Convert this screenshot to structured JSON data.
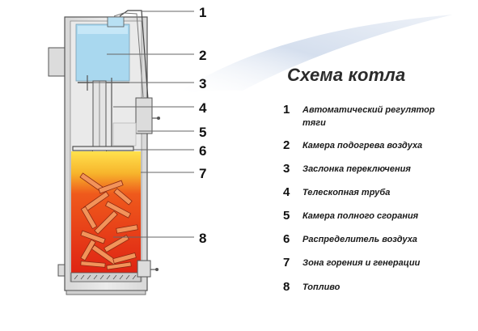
{
  "title": "Схема котла",
  "legend": [
    {
      "num": "1",
      "text": "Автоматический регулятор тяги"
    },
    {
      "num": "2",
      "text": "Камера подогрева воздуха"
    },
    {
      "num": "3",
      "text": "Заслонка переключения"
    },
    {
      "num": "4",
      "text": "Телескопная труба"
    },
    {
      "num": "5",
      "text": "Камера полного сгорания"
    },
    {
      "num": "6",
      "text": "Распределитель воздуха"
    },
    {
      "num": "7",
      "text": "Зона горения и генерации"
    },
    {
      "num": "8",
      "text": "Топливо"
    }
  ],
  "callouts": [
    "1",
    "2",
    "3",
    "4",
    "5",
    "6",
    "7",
    "8"
  ],
  "colors": {
    "body": "#e4e4e4",
    "air_chamber": "#a9d8ef",
    "fire_top": "#ffe14d",
    "fire_mid": "#f5a22a",
    "fire_bottom": "#e32814",
    "fuel": "#f2935a",
    "swoosh": "#dde6f2"
  }
}
